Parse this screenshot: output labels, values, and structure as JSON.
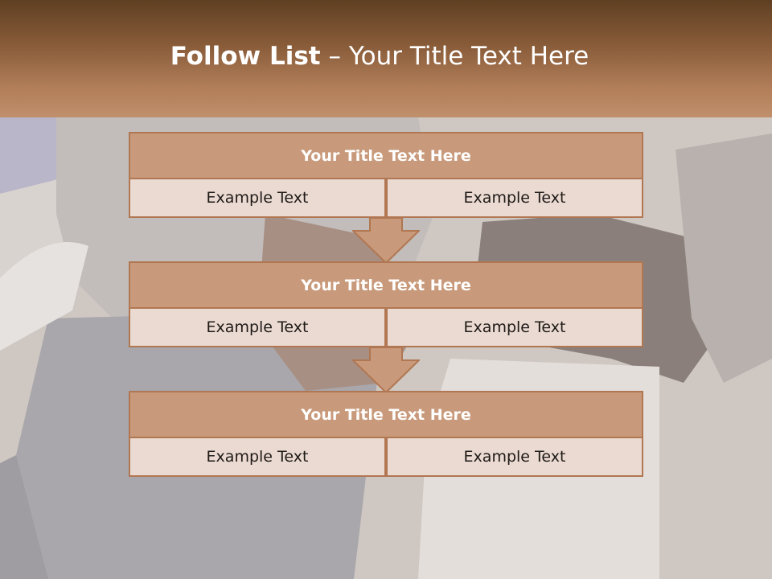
{
  "header": {
    "title_bold": "Follow List",
    "title_rest": "– Your Title Text Here"
  },
  "steps": [
    {
      "title": "Your Title Text Here",
      "left": "Example Text",
      "right": "Example Text"
    },
    {
      "title": "Your Title Text Here",
      "left": "Example Text",
      "right": "Example Text"
    },
    {
      "title": "Your Title Text Here",
      "left": "Example Text",
      "right": "Example Text"
    }
  ],
  "colors": {
    "header_brown": "#8a5d3a",
    "box_fill": "#c89a7b",
    "box_border": "#b17752",
    "cell_fill": "#eadad2"
  }
}
